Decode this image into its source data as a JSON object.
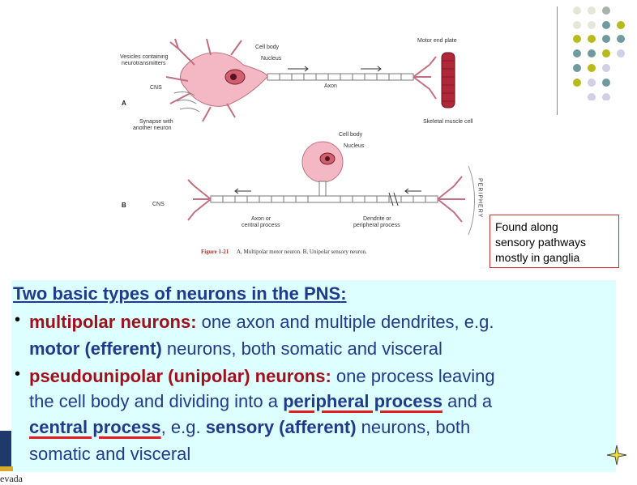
{
  "figure": {
    "label_a": "A",
    "label_b": "B",
    "a": {
      "vesicles": "Vesicles containing",
      "vesicles2": "neurotransmitters",
      "cns": "CNS",
      "synapse": "Synapse with",
      "synapse2": "another neuron",
      "cell_body": "Cell body",
      "nucleus": "Nucleus",
      "axon": "Axon",
      "motor_end_plate": "Motor end plate",
      "skeletal": "Skeletal muscle cell"
    },
    "b": {
      "cell_body": "Cell body",
      "nucleus": "Nucleus",
      "cns": "CNS",
      "axon_central": "Axon or",
      "axon_central2": "central process",
      "dendrite": "Dendrite or",
      "dendrite2": "peripheral process",
      "periphery": "PERIPHERY"
    },
    "caption_num": "Figure 1-21",
    "caption_text": "A, Multipolar motor neuron. B, Unipolar sensory neuron."
  },
  "note": {
    "line1": "Found along",
    "line2": "sensory pathways",
    "line3": "mostly in ganglia"
  },
  "content": {
    "heading": "Two basic types of neurons in the PNS",
    "heading_colon": ":",
    "bullet": "•",
    "b1": {
      "term": "multipolar neurons:",
      "text1": " one axon and multiple dendrites, e.g.",
      "term2": "motor (efferent)",
      "text2": " neurons, both somatic and visceral"
    },
    "b2": {
      "term": "pseudounipolar (unipolar) neurons:",
      "text1": " one process leaving",
      "text2": "the cell body and dividing into a ",
      "peripheral": "peripheral process",
      "text3": " and a",
      "central": "central process",
      "text4": ", e.g. ",
      "sensory": "sensory (afferent)",
      "text5": " neurons, both",
      "text6": "somatic and visceral"
    }
  },
  "logo_text": "evada",
  "colors": {
    "dot_gray": "#a7b3ad",
    "dot_teal": "#6f9a9f",
    "dot_olive": "#b7ba1b",
    "dot_lavender": "#cfcfe6",
    "dot_light": "#e4e7da",
    "panel": "#ddffff",
    "heading": "#1f3b8a",
    "term": "#a0101c"
  }
}
